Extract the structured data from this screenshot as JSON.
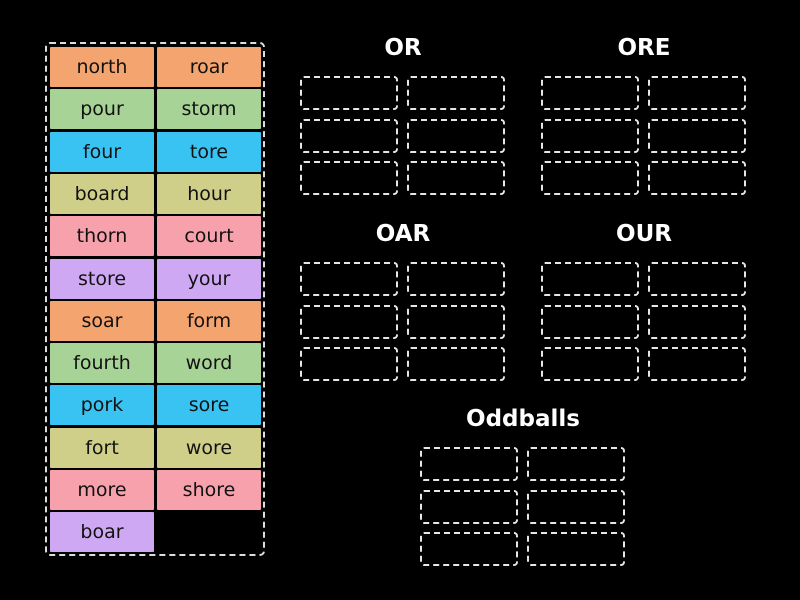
{
  "colors": {
    "orange": "#f4a46e",
    "green": "#a8d396",
    "blue": "#39c3f2",
    "khaki": "#cfcf8a",
    "pink": "#f7a1ad",
    "purple": "#cfa8f4"
  },
  "word_bank": [
    {
      "word": "north",
      "color": "orange"
    },
    {
      "word": "roar",
      "color": "orange"
    },
    {
      "word": "pour",
      "color": "green"
    },
    {
      "word": "storm",
      "color": "green"
    },
    {
      "word": "four",
      "color": "blue"
    },
    {
      "word": "tore",
      "color": "blue"
    },
    {
      "word": "board",
      "color": "khaki"
    },
    {
      "word": "hour",
      "color": "khaki"
    },
    {
      "word": "thorn",
      "color": "pink"
    },
    {
      "word": "court",
      "color": "pink"
    },
    {
      "word": "store",
      "color": "purple"
    },
    {
      "word": "your",
      "color": "purple"
    },
    {
      "word": "soar",
      "color": "orange"
    },
    {
      "word": "form",
      "color": "orange"
    },
    {
      "word": "fourth",
      "color": "green"
    },
    {
      "word": "word",
      "color": "green"
    },
    {
      "word": "pork",
      "color": "blue"
    },
    {
      "word": "sore",
      "color": "blue"
    },
    {
      "word": "fort",
      "color": "khaki"
    },
    {
      "word": "wore",
      "color": "khaki"
    },
    {
      "word": "more",
      "color": "pink"
    },
    {
      "word": "shore",
      "color": "pink"
    },
    {
      "word": "boar",
      "color": "purple"
    }
  ],
  "groups": [
    {
      "title": "OR",
      "slot_count": 6
    },
    {
      "title": "ORE",
      "slot_count": 6
    },
    {
      "title": "OAR",
      "slot_count": 6
    },
    {
      "title": "OUR",
      "slot_count": 6
    },
    {
      "title": "Oddballs",
      "slot_count": 6
    }
  ]
}
